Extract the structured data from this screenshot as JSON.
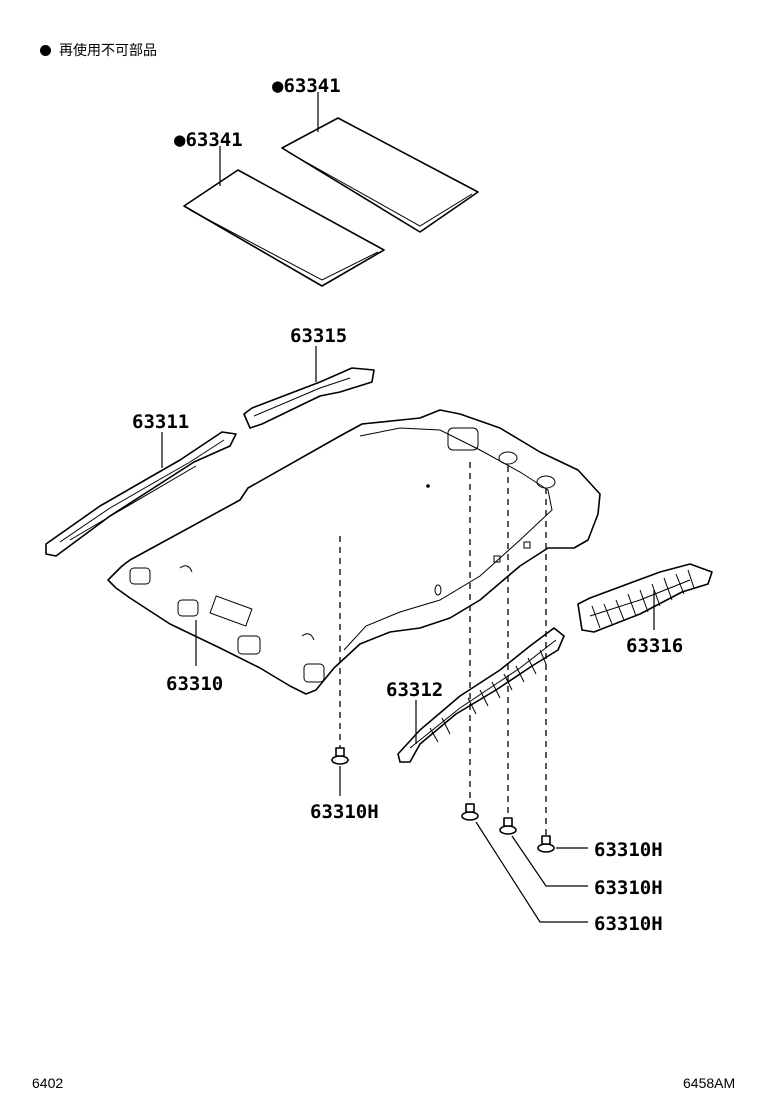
{
  "legend": {
    "symbol": "●",
    "text": "再使用不可部品"
  },
  "footer": {
    "left": "6402",
    "right": "6458AM"
  },
  "labels": {
    "p63341_a": "●63341",
    "p63341_b": "●63341",
    "p63315": "63315",
    "p63311": "63311",
    "p63310": "63310",
    "p63312": "63312",
    "p63316": "63316",
    "p63310H_a": "63310H",
    "p63310H_b": "63310H",
    "p63310H_c": "63310H",
    "p63310H_d": "63310H"
  }
}
